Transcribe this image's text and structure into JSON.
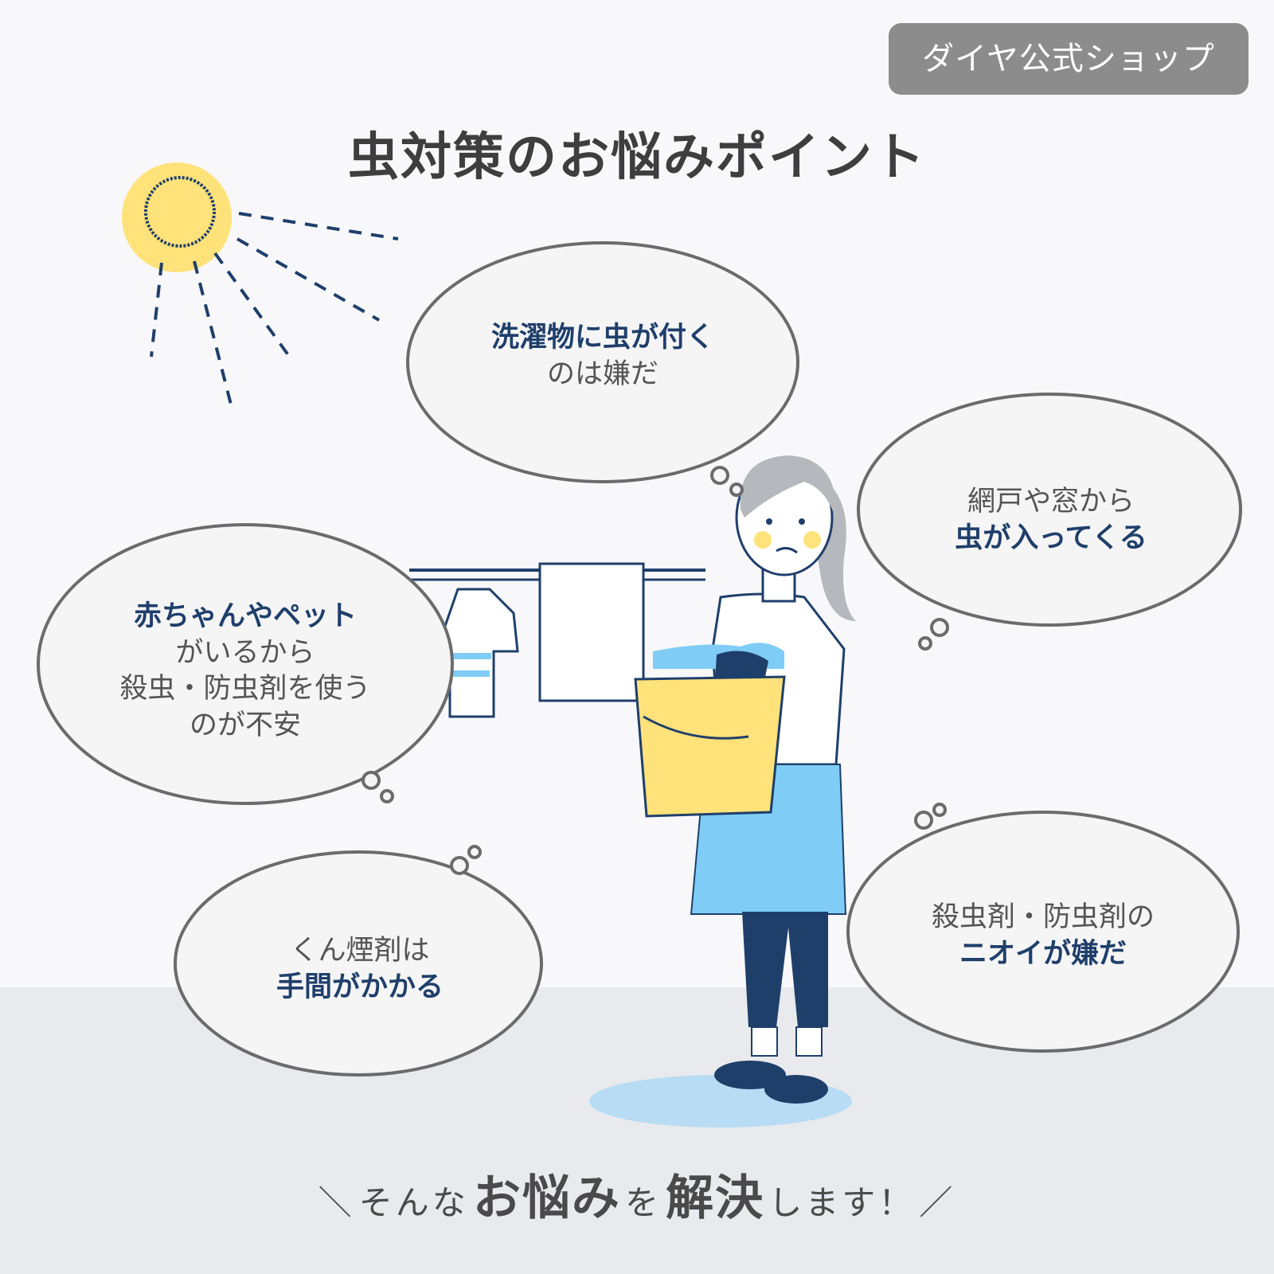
{
  "badge": {
    "label": "ダイヤ公式ショップ"
  },
  "title": "虫対策のお悩みポイント",
  "bubbles": [
    {
      "lines": [
        "洗濯物に虫が付く",
        "のは嫌だ"
      ]
    },
    {
      "lines": [
        "網戸や窓から",
        "虫が入ってくる"
      ]
    },
    {
      "lines": [
        "赤ちゃんやペット",
        "がいるから",
        "殺虫・防虫剤を使う",
        "のが不安"
      ]
    },
    {
      "lines": [
        "くん煙剤は",
        "手間がかかる"
      ]
    },
    {
      "lines": [
        "殺虫剤・防虫剤の",
        "ニオイが嫌だ"
      ]
    }
  ],
  "footer": {
    "open": "＼",
    "part1": "そんな",
    "part2": "お悩み",
    "part3": "を",
    "part4": "解決",
    "part5": "します！",
    "close": "／"
  },
  "colors": {
    "navy": "#1f3f6b",
    "yellow": "#ffe27a",
    "lightblue": "#7fcdf6",
    "bubble_stroke": "#6b6b6b"
  },
  "icons": [
    "sun-icon",
    "thought-bubble-icon",
    "woman-illustration",
    "laundry-basket-icon",
    "shirt-icon",
    "towel-icon"
  ]
}
